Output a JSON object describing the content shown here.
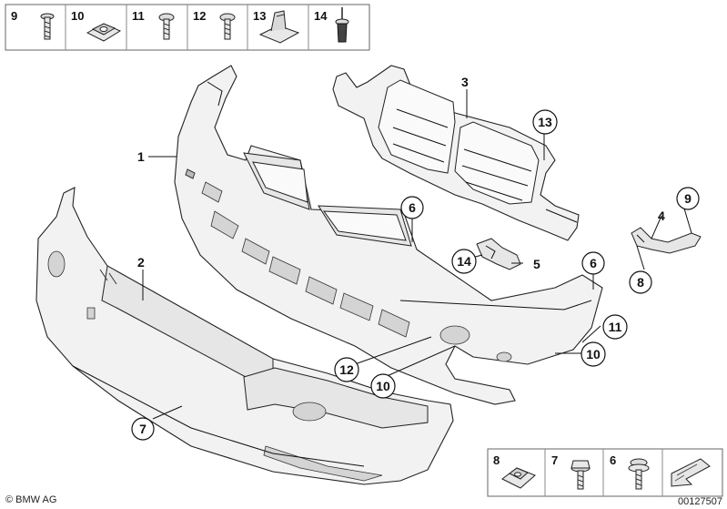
{
  "header_strip": {
    "items": [
      {
        "number": "9"
      },
      {
        "number": "10"
      },
      {
        "number": "11"
      },
      {
        "number": "12"
      },
      {
        "number": "13"
      },
      {
        "number": "14"
      }
    ]
  },
  "footer_strip": {
    "items": [
      {
        "number": "8"
      },
      {
        "number": "7"
      },
      {
        "number": "6"
      }
    ]
  },
  "callouts": {
    "c1": "1",
    "c2": "2",
    "c3": "3",
    "c4": "4",
    "c5": "5",
    "c6a": "6",
    "c6b": "6",
    "c7": "7",
    "c8": "8",
    "c9": "9",
    "c10a": "10",
    "c10b": "10",
    "c11": "11",
    "c12": "12",
    "c13": "13",
    "c14": "14"
  },
  "footer": {
    "copyright": "© BMW AG",
    "diagram_id": "00127507"
  }
}
